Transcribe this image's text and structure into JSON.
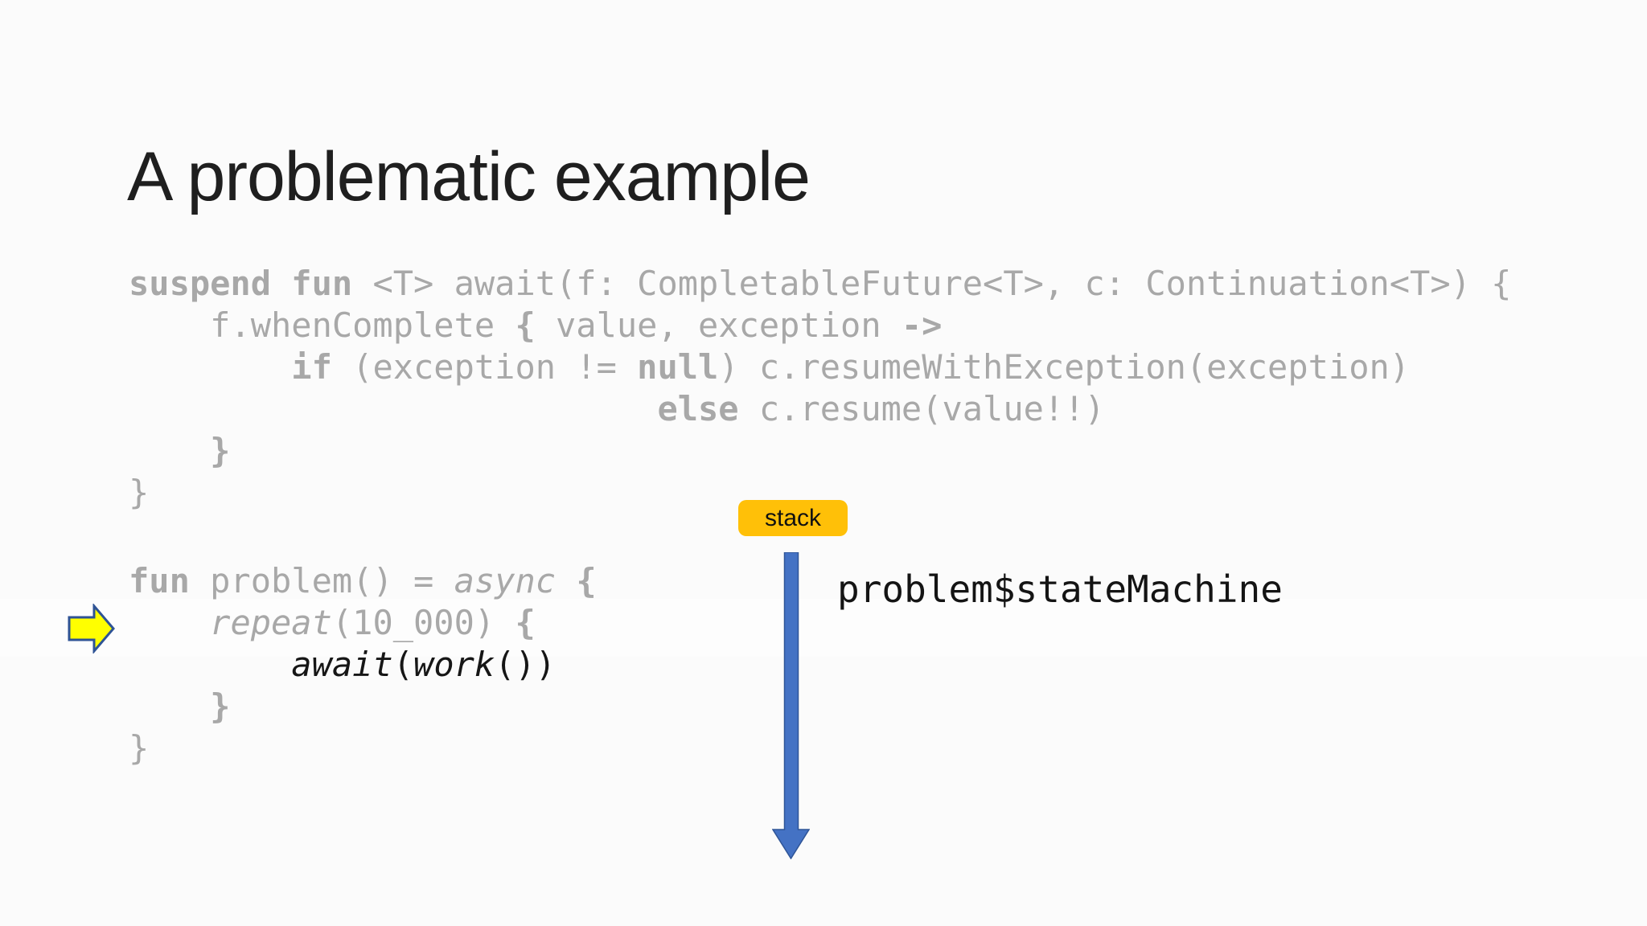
{
  "slide": {
    "title": "A problematic example",
    "stack_badge": "stack",
    "state_machine_label": "problem$stateMachine"
  },
  "code_blocks": {
    "await_fn": {
      "lines": [
        [
          {
            "t": "suspend fun",
            "b": true
          },
          {
            "t": " <T> await(f: CompletableFuture<T>, c: Continuation<T>) {"
          }
        ],
        [
          {
            "t": "    f.whenComplete "
          },
          {
            "t": "{",
            "b": true
          },
          {
            "t": " value, exception "
          },
          {
            "t": "->",
            "b": true
          }
        ],
        [
          {
            "t": "        "
          },
          {
            "t": "if",
            "b": true
          },
          {
            "t": " (exception != "
          },
          {
            "t": "null",
            "b": true
          },
          {
            "t": ") c.resumeWithException(exception)"
          }
        ],
        [
          {
            "t": "                          "
          },
          {
            "t": "else",
            "b": true
          },
          {
            "t": " c.resume(value!!)"
          }
        ],
        [
          {
            "t": "    "
          },
          {
            "t": "}",
            "b": true
          }
        ],
        [
          {
            "t": "}"
          }
        ]
      ]
    },
    "problem_fn": {
      "lines": [
        [
          {
            "t": "fun",
            "b": true
          },
          {
            "t": " problem() = "
          },
          {
            "t": "async",
            "i": true
          },
          {
            "t": " "
          },
          {
            "t": "{",
            "b": true
          }
        ],
        [
          {
            "t": "    "
          },
          {
            "t": "repeat",
            "i": true
          },
          {
            "t": "(10_000) "
          },
          {
            "t": "{",
            "b": true
          }
        ],
        [
          {
            "t": "        "
          },
          {
            "t": "await",
            "i": true,
            "hl": true
          },
          {
            "t": "(",
            "hl": true
          },
          {
            "t": "work",
            "i": true,
            "hl": true
          },
          {
            "t": "())",
            "hl": true
          }
        ],
        [
          {
            "t": "    "
          },
          {
            "t": "}",
            "b": true
          }
        ],
        [
          {
            "t": "}"
          }
        ]
      ]
    }
  },
  "icons": {
    "yellow_arrow": "current-line-pointer-right",
    "blue_arrow": "stack-growth-down"
  },
  "colors": {
    "background": "#fbfbfb",
    "title_text": "#1f1f1f",
    "code_dim": "#a8a8a8",
    "code_active": "#161616",
    "stack_badge_bg": "#ffc008",
    "stack_badge_text": "#111111",
    "blue_arrow_fill": "#4472c4",
    "blue_arrow_stroke": "#2f5597",
    "yellow_arrow_fill": "#ffff00",
    "yellow_arrow_stroke": "#2e5395"
  }
}
